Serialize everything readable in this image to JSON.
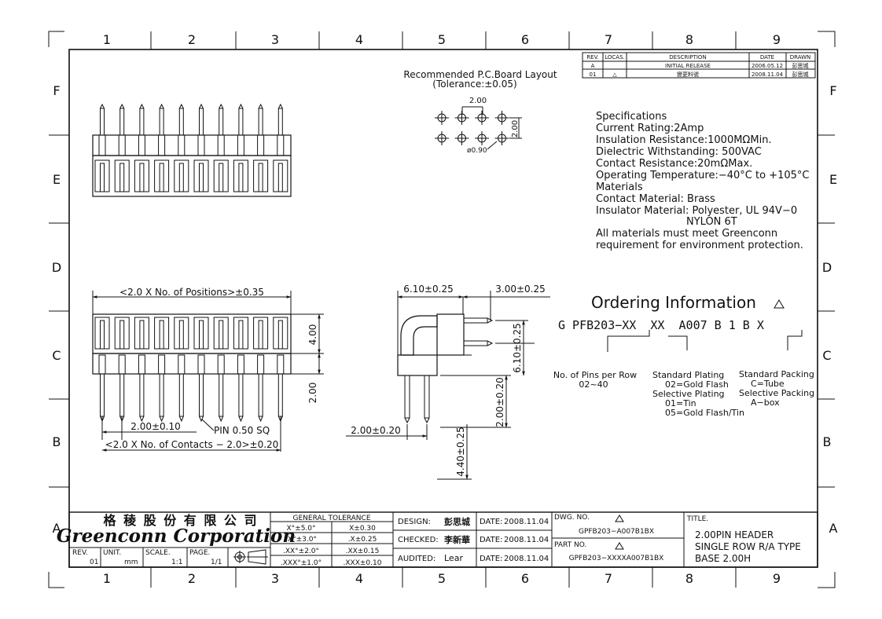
{
  "zones": {
    "cols": [
      "1",
      "2",
      "3",
      "4",
      "5",
      "6",
      "7",
      "8",
      "9"
    ],
    "rows": [
      "F",
      "E",
      "D",
      "C",
      "B",
      "A"
    ]
  },
  "revision": {
    "headers": [
      "REV.",
      "LOCAS.",
      "DESCRIPTION",
      "DATE",
      "DRAWN"
    ],
    "rows": [
      [
        "A",
        "",
        "INITIAL RELEASE",
        "2006.05.12",
        "彭思城"
      ],
      [
        "01",
        "△",
        "變更料號",
        "2008.11.04",
        "彭思城"
      ]
    ]
  },
  "pcb": {
    "title": "Recommended P.C.Board Layout",
    "tolerance": "(Tolerance:±0.05)",
    "pitch": "2.00",
    "row_pitch": "2.00",
    "hole": "ø0.90"
  },
  "specs": [
    "Specifications",
    "Current Rating:2Amp",
    "Insulation Resistance:1000MΩMin.",
    "Dielectric Withstanding:  500VAC",
    "Contact Resistance:20mΩMax.",
    "Operating Temperature:−40°C to +105°C",
    "Materials",
    "Contact Material: Brass",
    "Insulator Material: Polyester, UL 94V−0",
    "NYLON 6T",
    "All materials must meet Greenconn",
    "requirement for environment protection."
  ],
  "dims": {
    "positions": "<2.0 X No. of Positions>±0.35",
    "h400": "4.00",
    "h200": "2.00",
    "pitch": "2.00±0.10",
    "pin": "PIN 0.50 SQ",
    "contacts": "<2.0 X No. of Contacts − 2.0>±0.20",
    "d610": "6.10±0.25",
    "d300": "3.00±0.25",
    "d610v": "6.10±0.25",
    "d200v": "2.00±0.20",
    "d200h": "2.00±0.20",
    "d440": "4.40±0.25"
  },
  "ordering": {
    "title": "Ordering Information",
    "code": "G PFB203−XX  XX  A007 B 1 B X",
    "pins_label": "No. of Pins per Row",
    "pins_range": "02~40",
    "plating": [
      "Standard Plating",
      "02=Gold Flash",
      "Selective Plating",
      "01=Tin",
      "05=Gold Flash/Tin"
    ],
    "packing": [
      "Standard Packing",
      "C=Tube",
      "Selective Packing",
      "A−box"
    ]
  },
  "titleblock": {
    "company_cn": "格 稜 股 份 有 限 公 司",
    "company_en": "Greenconn Corporation",
    "rev_label": "REV.",
    "rev": "01",
    "unit_label": "UNIT.",
    "unit": "mm",
    "scale_label": "SCALE.",
    "scale": "1:1",
    "page_label": "PAGE.",
    "page": "1/1",
    "tolerance_title": "GENERAL TOLERANCE",
    "tolerance": [
      [
        "X°±5.0°",
        "X±0.30"
      ],
      [
        ".X°±3.0°",
        ".X±0.25"
      ],
      [
        ".XX°±2.0°",
        ".XX±0.15"
      ],
      [
        ".XXX°±1.0°",
        ".XXX±0.10"
      ]
    ],
    "design_label": "DESIGN:",
    "design": "彭思城",
    "checked_label": "CHECKED:",
    "checked": "李新華",
    "audited_label": "AUDITED:",
    "audited": "Lear",
    "date_label": "DATE:",
    "date": "2008.11.04",
    "dwg_label": "DWG. NO.",
    "dwg": "GPFB203−A007B1BX",
    "part_label": "PART NO.",
    "part": "GPFB203−XXXXA007B1BX",
    "title_label": "TITLE.",
    "title": [
      "2.00PIN HEADER",
      "SINGLE ROW R/A TYPE",
      "BASE 2.00H"
    ]
  }
}
